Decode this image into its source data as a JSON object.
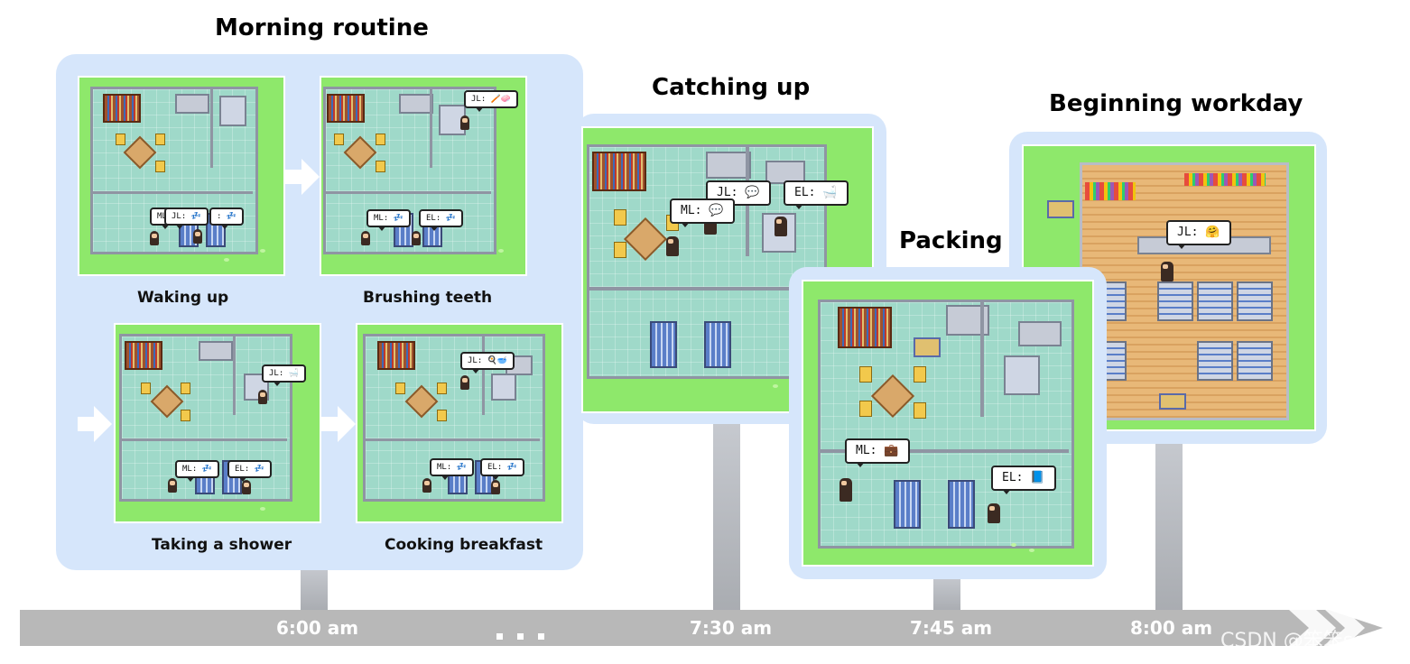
{
  "sections": {
    "morning": {
      "title": "Morning routine",
      "steps": [
        {
          "caption": "Waking up",
          "bubbles": [
            "ML:",
            "JL: 💤",
            ": 💤"
          ]
        },
        {
          "caption": "Brushing teeth",
          "bubbles": [
            "JL: 🪥🧼",
            "ML: 💤",
            "EL: 💤"
          ]
        },
        {
          "caption": "Taking a shower",
          "bubbles": [
            "JL: 🛁",
            "ML: 💤",
            "EL: 💤"
          ]
        },
        {
          "caption": "Cooking breakfast",
          "bubbles": [
            "JL: 🍳🥣",
            "ML: 💤",
            "EL: 💤"
          ]
        }
      ]
    },
    "catching_up": {
      "title": "Catching up",
      "bubbles": [
        "JL: 💬",
        "ML: 💬",
        "EL: 🛁"
      ]
    },
    "packing": {
      "title": "Packing",
      "bubbles": [
        "ML: 💼",
        "EL: 📘"
      ]
    },
    "workday": {
      "title": "Beginning workday",
      "bubbles": [
        "JL: 🤗"
      ]
    }
  },
  "timeline": {
    "times": [
      "6:00 am",
      "7:30 am",
      "7:45 am",
      "8:00 am"
    ]
  },
  "watermark": "CSDN @笨笨sg",
  "colors": {
    "panel": "#d6e6fb",
    "grass": "#8ee86b",
    "floor": "#9fd9c9",
    "timeline": "#b8b8b8"
  }
}
